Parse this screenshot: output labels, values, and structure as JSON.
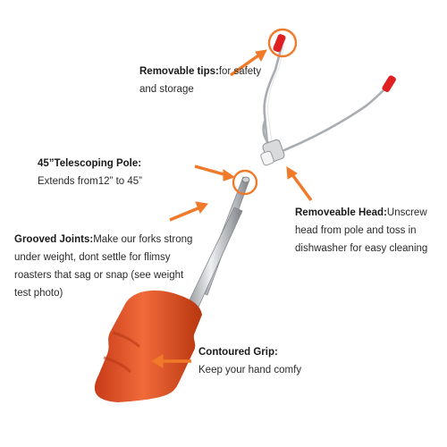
{
  "callouts": {
    "tips": {
      "title": "Removable tips:",
      "body": "for safety and storage"
    },
    "pole": {
      "title": "45”Telescoping Pole:",
      "body": "Extends from12” to 45”"
    },
    "head": {
      "title": "Removeable Head:",
      "body": "Unscrew head from pole and toss in dishwasher for easy cleaning"
    },
    "joints": {
      "title": "Grooved Joints:",
      "body": "Make our forks strong under weight, dont settle for flimsy roasters that sag or snap (see weight test photo)"
    },
    "grip": {
      "title": "Contoured Grip:",
      "body": "Keep your hand comfy"
    }
  },
  "colors": {
    "accent": "#f07a2a",
    "tip_red": "#e02020",
    "handle": "#e8552a",
    "steel": "#b9bcc0"
  },
  "icons": [
    "arrow-icon",
    "highlight-circle-icon"
  ]
}
